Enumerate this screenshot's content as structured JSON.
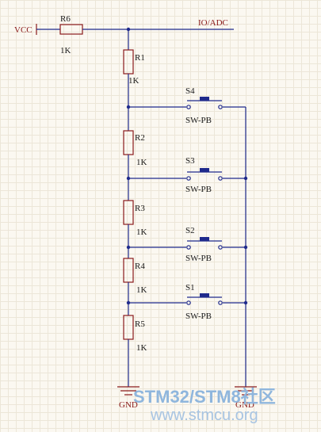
{
  "nets": {
    "vcc": "VCC",
    "io": "IO/ADC",
    "gnd_left": "GND",
    "gnd_right": "GND"
  },
  "resistors": [
    {
      "ref": "R6",
      "value": "1K"
    },
    {
      "ref": "R1",
      "value": "1K"
    },
    {
      "ref": "R2",
      "value": "1K"
    },
    {
      "ref": "R3",
      "value": "1K"
    },
    {
      "ref": "R4",
      "value": "1K"
    },
    {
      "ref": "R5",
      "value": "1K"
    }
  ],
  "switches": [
    {
      "ref": "S4",
      "type": "SW-PB"
    },
    {
      "ref": "S3",
      "type": "SW-PB"
    },
    {
      "ref": "S2",
      "type": "SW-PB"
    },
    {
      "ref": "S1",
      "type": "SW-PB"
    }
  ],
  "watermark": {
    "logo": "STM32/STM8社区",
    "url": "www.stmcu.org"
  }
}
